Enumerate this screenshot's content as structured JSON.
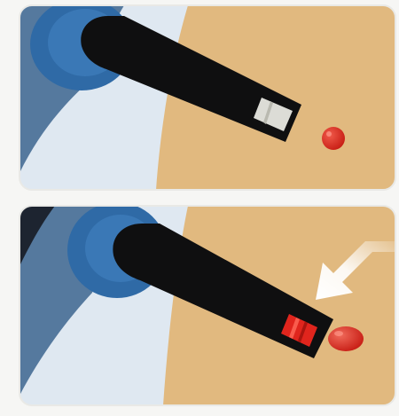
{
  "illustration": {
    "panels": [
      {
        "id": "top",
        "depicts": [
          "meter",
          "test-strip",
          "blood-drop"
        ],
        "strip_tip_state": "empty"
      },
      {
        "id": "bottom",
        "depicts": [
          "meter",
          "test-strip",
          "blood-drop",
          "arrow"
        ],
        "strip_tip_state": "filled-with-blood"
      }
    ],
    "icons": {
      "blood_drop": "blood-drop-icon",
      "arrow": "arrow-icon"
    },
    "colors": {
      "skin": "#e1b97f",
      "meter_outer": "#55799e",
      "meter_inner": "#2f6aa6",
      "bezel": "#dfe8f1",
      "strip": "#0f0f10",
      "strip_window_empty": "#dcdcd6",
      "strip_window_filled": "#e0251d",
      "blood": "#d8271d",
      "arrow": "#ffffff"
    }
  }
}
